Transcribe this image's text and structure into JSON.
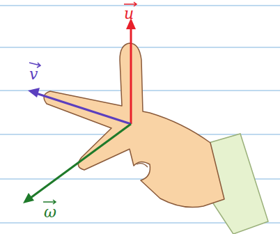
{
  "diagram": {
    "labels": [
      "u",
      "v",
      "ω"
    ]
  }
}
